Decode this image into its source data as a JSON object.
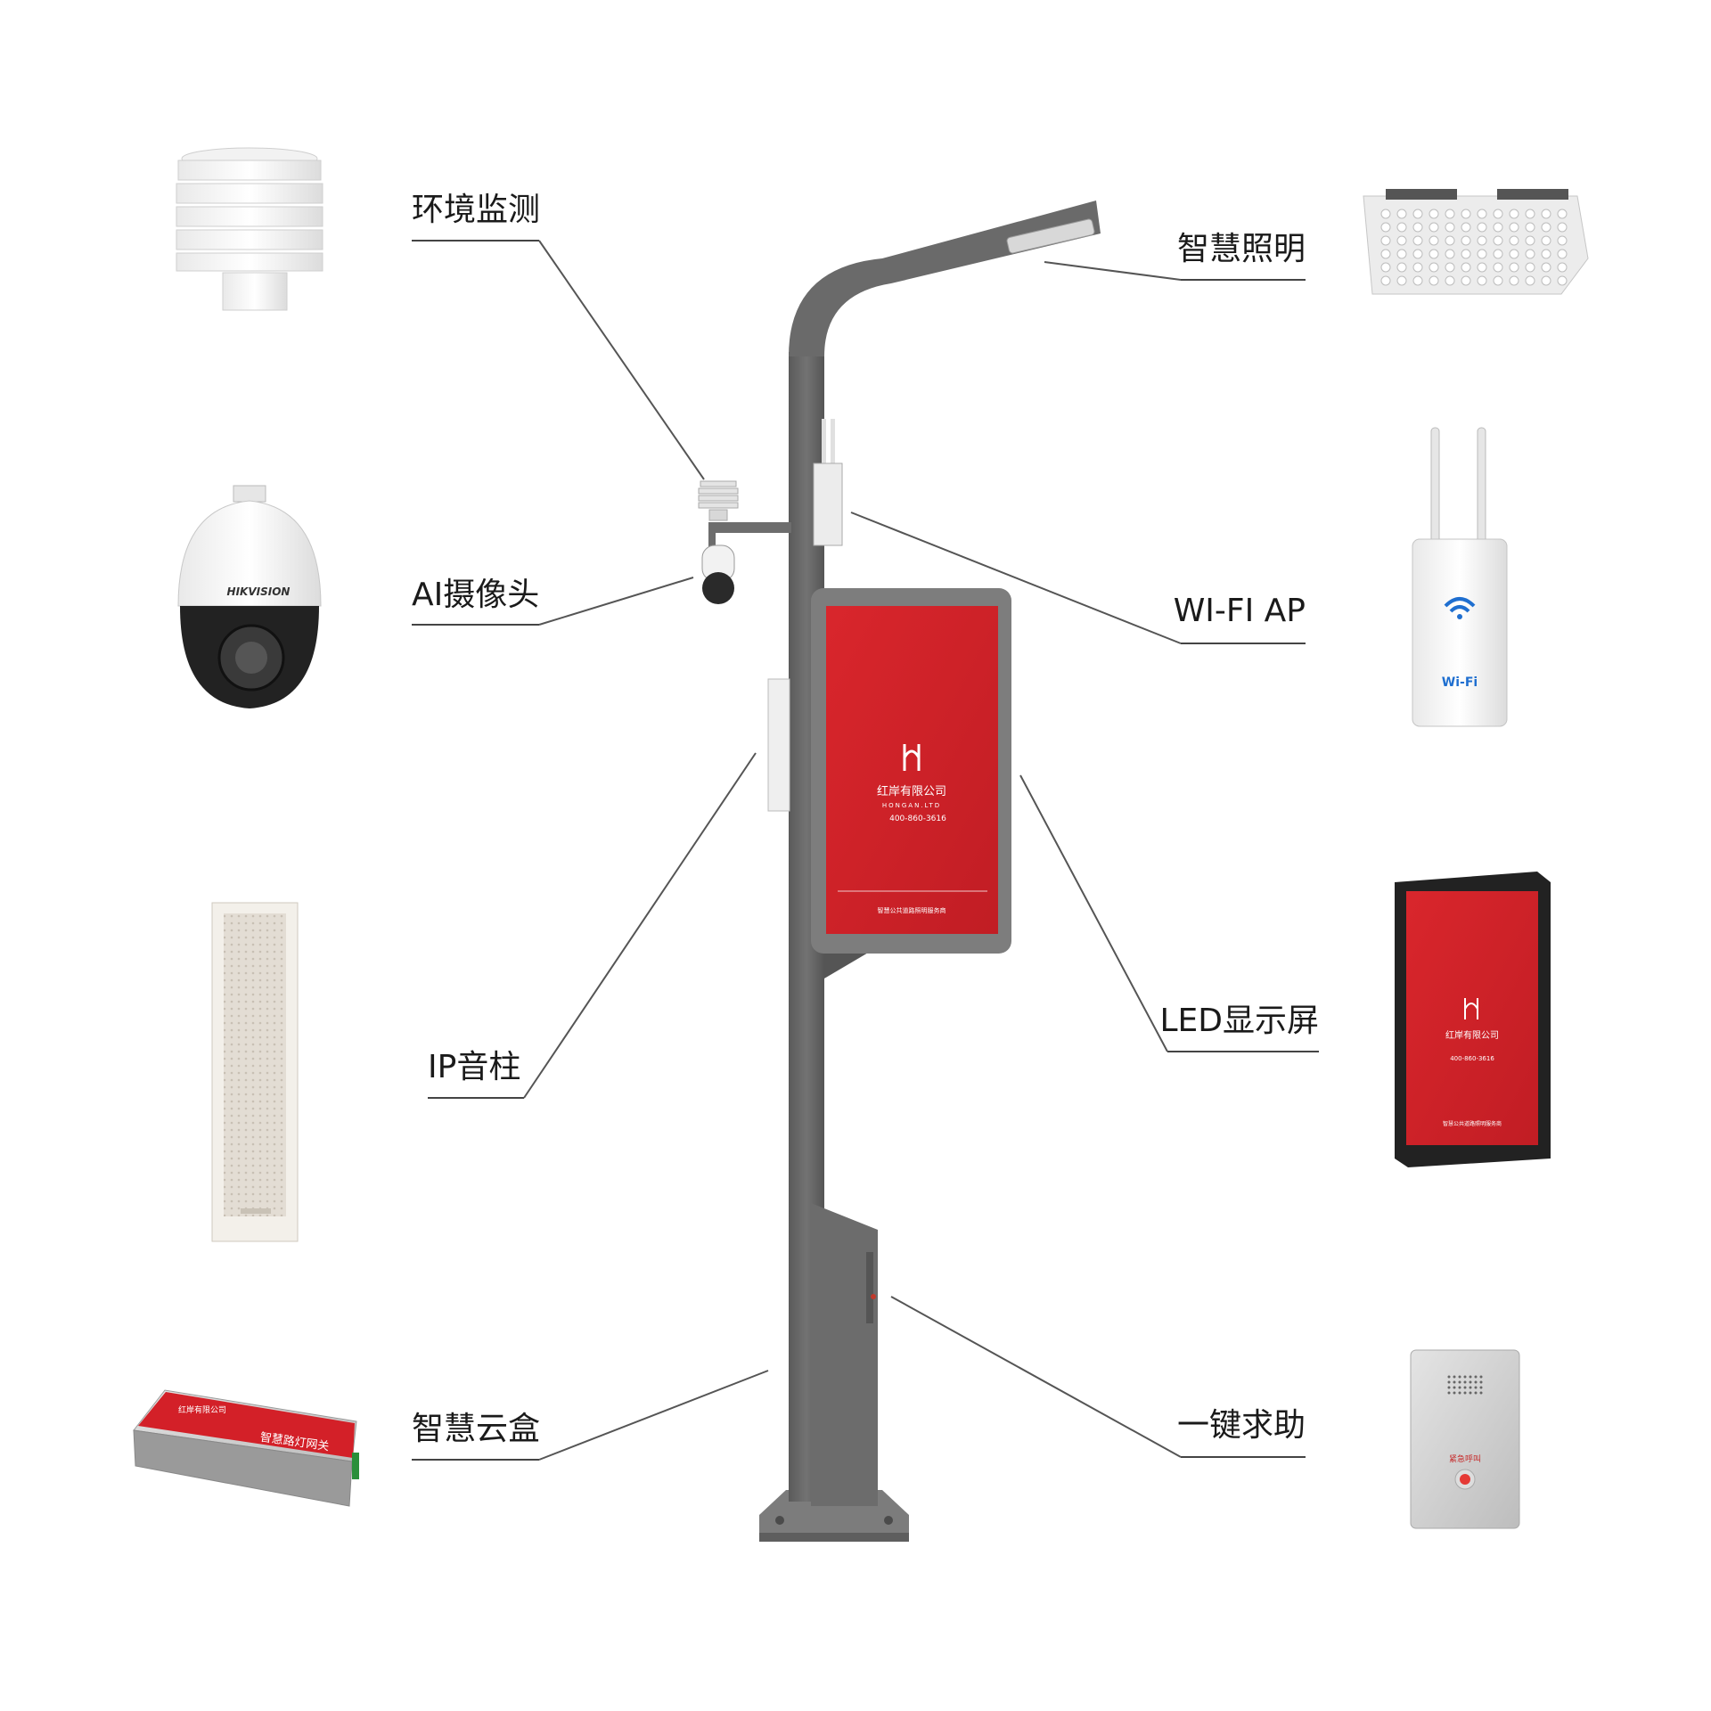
{
  "features": [
    {
      "id": "env",
      "label": "环境监测"
    },
    {
      "id": "camera",
      "label": "AI摄像头"
    },
    {
      "id": "speaker",
      "label": "IP音柱"
    },
    {
      "id": "cloudbox",
      "label": "智慧云盒"
    },
    {
      "id": "lighting",
      "label": "智慧照明"
    },
    {
      "id": "wifi",
      "label": "WI-FI AP"
    },
    {
      "id": "led",
      "label": "LED显示屏"
    },
    {
      "id": "sos",
      "label": "一键求助"
    }
  ],
  "screen": {
    "company": "红岸有限公司",
    "company_en": "HONGAN.LTD",
    "phone": "400-860-3616",
    "footer": "智慧公共道路照明服务商"
  },
  "product_texts": {
    "camera_brand": "HIKVISION",
    "wifi_text": "Wi-Fi",
    "cloudbox_text": "智慧路灯网关",
    "cloudbox_logo": "红岸有限公司",
    "sos_text": "紧急呼叫"
  },
  "colors": {
    "pole": "#6a6a6a",
    "brand_red": "#d2232a",
    "line": "#555555"
  }
}
